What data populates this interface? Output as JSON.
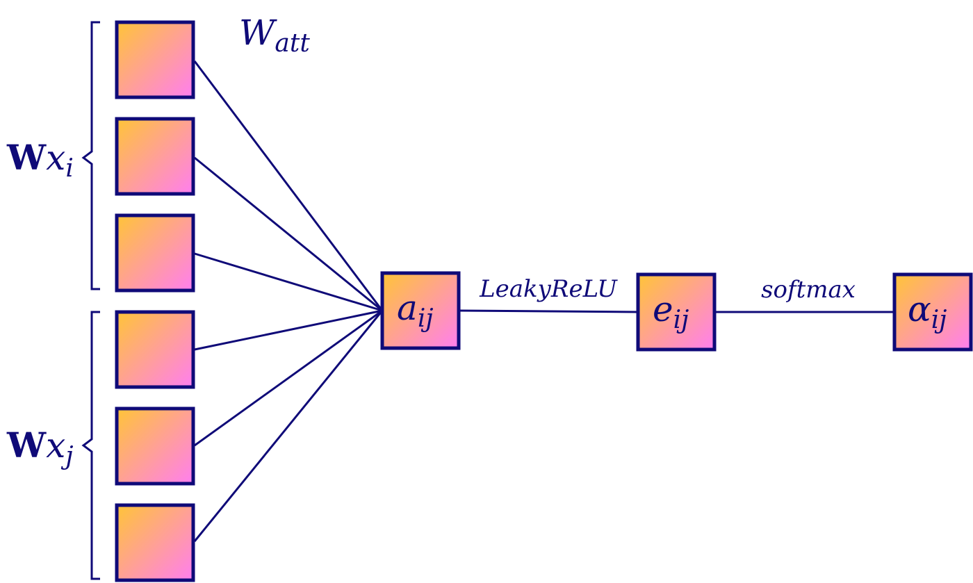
{
  "colors": {
    "stroke": "#0f0a78",
    "gradient_start": "#ffc437",
    "gradient_end": "#ff7ef0"
  },
  "labels": {
    "w_att": {
      "main": "W",
      "sub": "att"
    },
    "wx_i": {
      "bold": "W",
      "var": "x",
      "sub": "i"
    },
    "wx_j": {
      "bold": "W",
      "var": "x",
      "sub": "j"
    },
    "a_ij": {
      "main": "a",
      "sub": "ij"
    },
    "e_ij": {
      "main": "e",
      "sub": "ij"
    },
    "alpha_ij": {
      "main": "α",
      "sub": "ij"
    },
    "leaky_relu": "LeakyReLU",
    "softmax": "softmax"
  }
}
